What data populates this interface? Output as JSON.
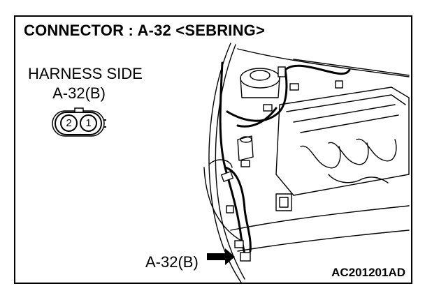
{
  "title": "CONNECTOR : A-32 <SEBRING>",
  "harness": {
    "line1": "HARNESS SIDE",
    "line2": "A-32(B)"
  },
  "connector": {
    "pins": [
      "2",
      "1"
    ]
  },
  "callout": {
    "label": "A-32(B)"
  },
  "figure_code": "AC201201AD"
}
